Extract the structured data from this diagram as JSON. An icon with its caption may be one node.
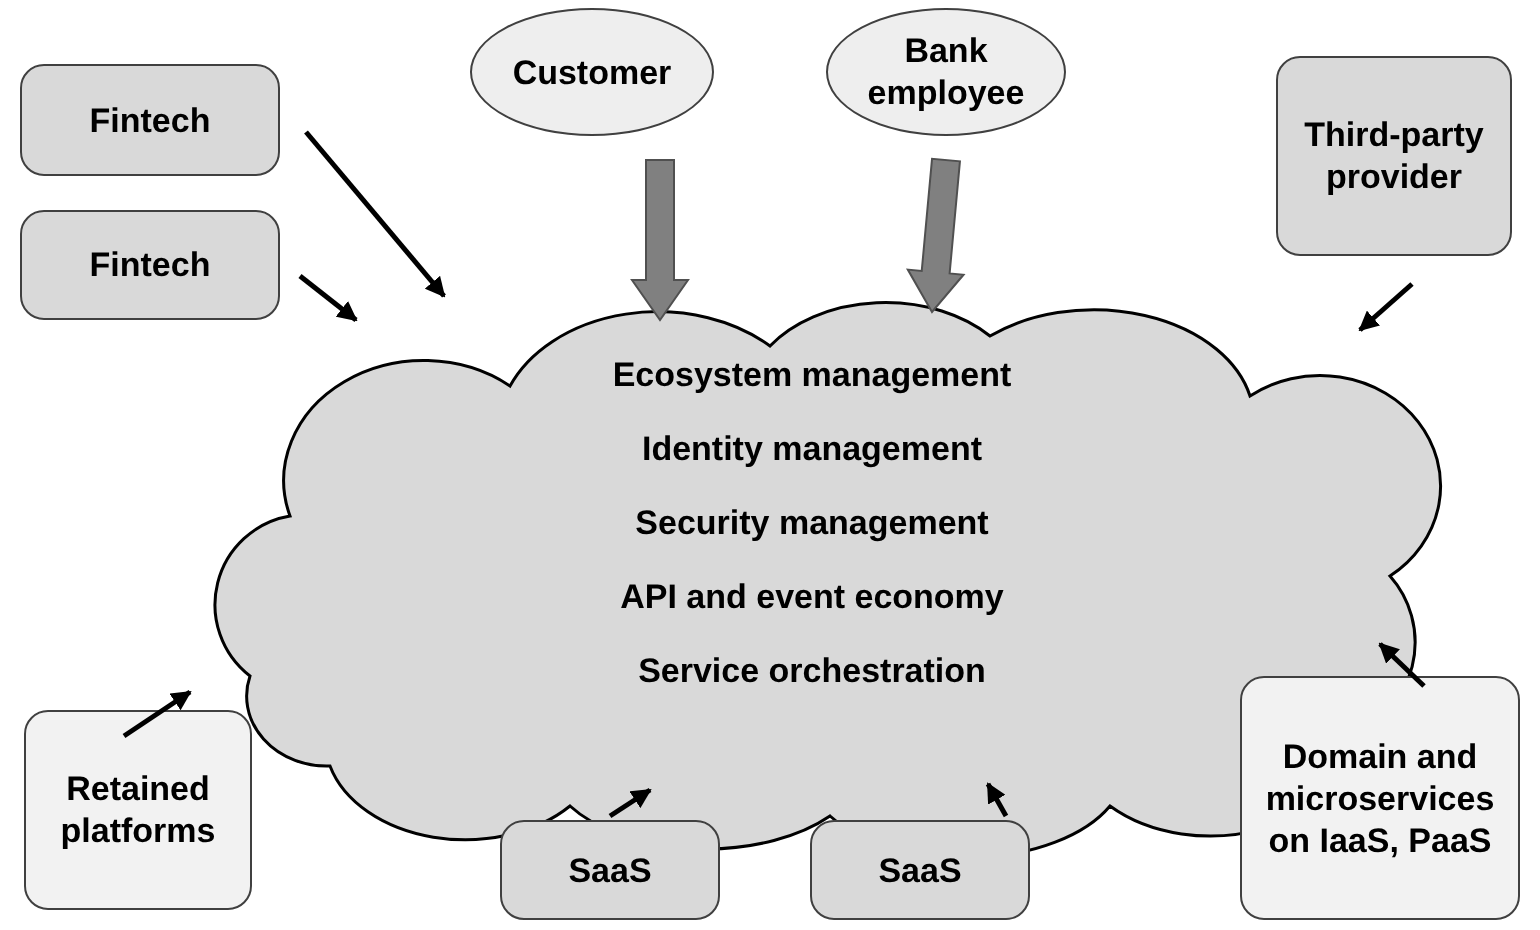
{
  "diagram": {
    "nodes": [
      {
        "text": [
          "Fintech"
        ]
      },
      {
        "text": [
          "Fintech"
        ]
      },
      {
        "text": [
          "Customer"
        ]
      },
      {
        "text": [
          "Bank employee"
        ]
      },
      {
        "text": [
          "Third-party provider"
        ]
      },
      {
        "text": [
          "Ecosystem management",
          "Identity management",
          "Security management",
          "API and event economy",
          "Service orchestration"
        ]
      },
      {
        "text": [
          "Retained platforms"
        ]
      },
      {
        "text": [
          "SaaS"
        ]
      },
      {
        "text": [
          "SaaS"
        ]
      },
      {
        "text": [
          "Domain and microservices on IaaS, PaaS"
        ]
      }
    ],
    "edges": [
      {
        "from": 0,
        "to": 5,
        "arrow": "to"
      },
      {
        "from": 1,
        "to": 5,
        "arrow": "to"
      },
      {
        "from": 2,
        "to": 5,
        "arrow": "to",
        "style": "thick",
        "color": "#808080"
      },
      {
        "from": 3,
        "to": 5,
        "arrow": "to",
        "style": "thick",
        "color": "#808080"
      },
      {
        "from": 4,
        "to": 5,
        "arrow": "to"
      },
      {
        "from": 6,
        "to": 5,
        "arrow": "to"
      },
      {
        "from": 7,
        "to": 5,
        "arrow": "to"
      },
      {
        "from": 8,
        "to": 5,
        "arrow": "to"
      },
      {
        "from": 9,
        "to": 5,
        "arrow": "to"
      }
    ]
  }
}
